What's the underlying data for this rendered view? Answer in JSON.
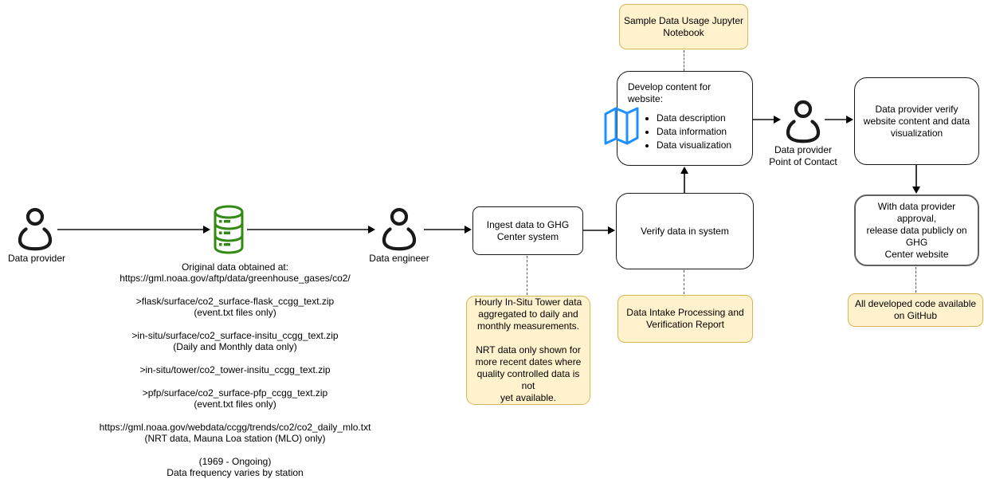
{
  "colors": {
    "note_fill": "#FFF2CC",
    "note_border": "#D6B656",
    "database_green": "#338A12",
    "map_blue": "#1E90FF",
    "line_gray": "#4d4d4d",
    "box_border": "#1a1a1a"
  },
  "icons": {
    "provider": "person-icon",
    "engineer": "person-icon",
    "poc": "person-icon",
    "database": "database-icon",
    "map": "map-icon"
  },
  "actors": {
    "provider_label": "Data provider",
    "engineer_label": "Data engineer",
    "poc_label": "Data provider\nPoint of Contact"
  },
  "boxes": {
    "ingest": "Ingest data to GHG\nCenter system",
    "verify": "Verify data in system",
    "develop_title": "Develop content for website:",
    "develop_bullets": [
      "Data description",
      "Data information",
      "Data visualization"
    ],
    "provider_verify": "Data provider verify\nwebsite content and data\nvisualization",
    "release": "With data provider approval,\nrelease data publicly on GHG\nCenter website"
  },
  "notes": {
    "jupyter": "Sample Data Usage Jupyter\nNotebook",
    "hourly": "Hourly In-Situ Tower data\naggregated to daily and\nmonthly measurements.\n\nNRT data only shown for\nmore recent dates where\nquality controlled data is not\nyet available.",
    "intake": "Data Intake Processing and\nVerification Report",
    "github": "All developed code available\non GitHub"
  },
  "source_note": {
    "paragraphs": [
      "Original data obtained at:\nhttps://gml.noaa.gov/aftp/data/greenhouse_gases/co2/",
      ">flask/surface/co2_surface-flask_ccgg_text.zip\n(event.txt files only)",
      ">in-situ/surface/co2_surface-insitu_ccgg_text.zip\n(Daily and Monthly data only)",
      ">in-situ/tower/co2_tower-insitu_ccgg_text.zip",
      ">pfp/surface/co2_surface-pfp_ccgg_text.zip\n(event.txt files only)",
      "https://gml.noaa.gov/webdata/ccgg/trends/co2/co2_daily_mlo.txt\n(NRT data, Mauna Loa station (MLO) only)",
      "(1969 - Ongoing)\nData frequency varies by station"
    ]
  }
}
